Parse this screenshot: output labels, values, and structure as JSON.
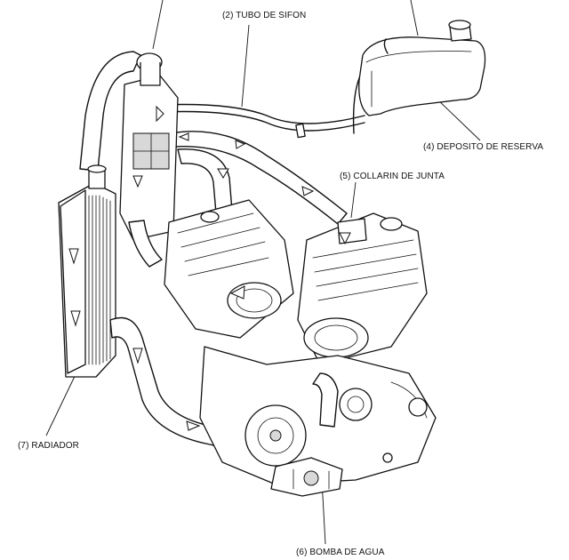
{
  "labels": {
    "siphon_tube": "(2) TUBO DE SIFON",
    "reserve_tank": "(4) DEPOSITO DE RESERVA",
    "joint_collar": "(5) COLLARIN DE JUNTA",
    "radiator": "(7) RADIADOR",
    "water_pump": "(6) BOMBA DE AGUA"
  }
}
